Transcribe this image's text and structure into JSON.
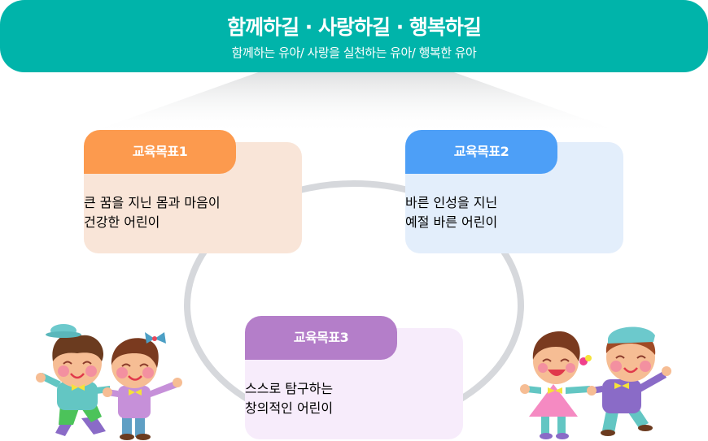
{
  "header": {
    "title": "함께하길 · 사랑하길 · 행복하길",
    "subtitle": "함께하는 유아/ 사랑을 실천하는 유아/ 행복한 유아",
    "color": "#00b4aa"
  },
  "goals": [
    {
      "label": "교육목표1",
      "line1": "큰 꿈을 지닌 몸과 마음이",
      "line2": "건강한 어린이",
      "tab_color": "#fc9a4e",
      "body_color": "#f9e5d8"
    },
    {
      "label": "교육목표2",
      "line1": "바른 인성을 지닌",
      "line2": "예절 바른 어린이",
      "tab_color": "#4d9ff7",
      "body_color": "#e3eefb"
    },
    {
      "label": "교육목표3",
      "line1": "스스로 탐구하는",
      "line2": "창의적인 어린이",
      "tab_color": "#b47ec9",
      "body_color": "#f7ecfb"
    }
  ],
  "illustrations": {
    "left": "kids-holding-hands-left",
    "right": "kids-holding-hands-right"
  }
}
